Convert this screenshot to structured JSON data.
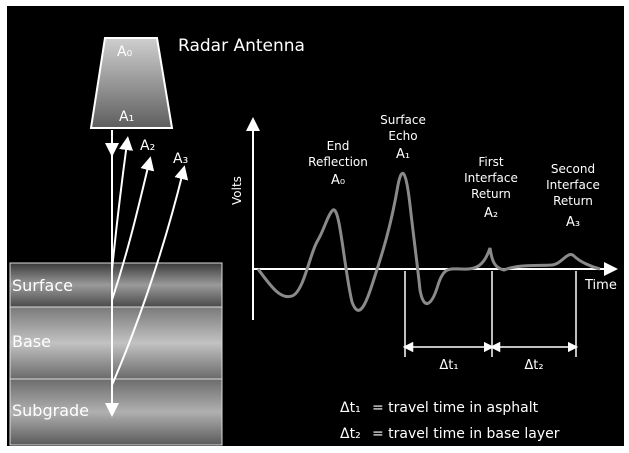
{
  "title": "Radar Antenna",
  "antenna": {
    "label_top": "A₀",
    "label_bottom": "A₁"
  },
  "rays": {
    "a2": "A₂",
    "a3": "A₃"
  },
  "layers": [
    "Surface",
    "Base",
    "Subgrade"
  ],
  "axes": {
    "y": "Volts",
    "x": "Time"
  },
  "peaks": {
    "end_reflection": [
      "End",
      "Reflection",
      "A₀"
    ],
    "surface_echo": [
      "Surface",
      "Echo",
      "A₁"
    ],
    "first_interface": [
      "First",
      "Interface",
      "Return",
      "A₂"
    ],
    "second_interface": [
      "Second",
      "Interface",
      "Return",
      "A₃"
    ]
  },
  "intervals": {
    "dt1": "Δt₁",
    "dt2": "Δt₂"
  },
  "legend": [
    {
      "symbol": "Δt₁",
      "text": "= travel time in asphalt"
    },
    {
      "symbol": "Δt₂",
      "text": "= travel time in base layer"
    }
  ],
  "colors": {
    "background": "#000000",
    "foreground": "#ffffff",
    "waveform": "#8a8a8a"
  }
}
